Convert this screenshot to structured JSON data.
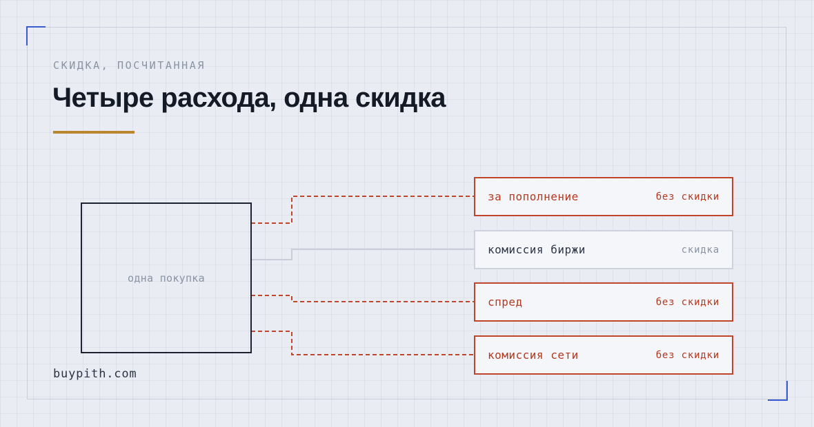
{
  "header": {
    "eyebrow": "СКИДКА, ПОСЧИТАННАЯ",
    "title": "Четыре расхода, одна скидка"
  },
  "diagram": {
    "source": {
      "label": "одна покупка"
    },
    "costs": [
      {
        "name": "за пополнение",
        "status": "без скидки",
        "discounted": false
      },
      {
        "name": "комиссия биржи",
        "status": "скидка",
        "discounted": true
      },
      {
        "name": "спред",
        "status": "без скидки",
        "discounted": false
      },
      {
        "name": "комиссия сети",
        "status": "без скидки",
        "discounted": false
      }
    ]
  },
  "footer": {
    "url": "buypith.com"
  },
  "colors": {
    "no_discount": "#c0442a",
    "discount": "#cdd2dc",
    "accent_rule": "#b8862c",
    "corner": "#3a5bd0"
  }
}
